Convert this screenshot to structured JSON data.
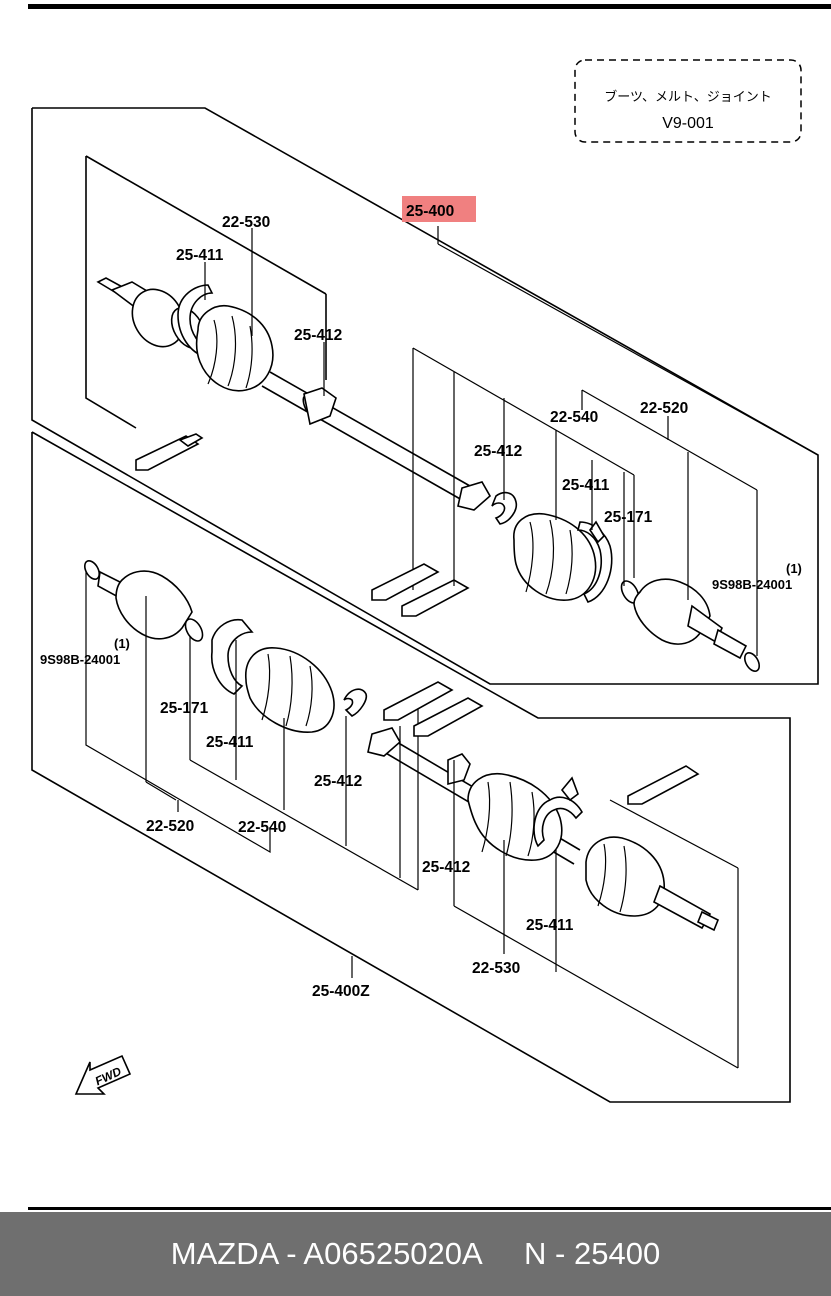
{
  "note_box": {
    "line1": "ブーツ、メルト、ジョイント",
    "line2": "V9-001"
  },
  "assembly_upper": "25-400",
  "assembly_lower": "25-400Z",
  "upper_labels": {
    "l22530": "22-530",
    "l25411a": "25-411",
    "l25412a": "25-412",
    "l22540": "22-540",
    "l22520": "22-520",
    "l25412b": "25-412",
    "l25411b": "25-411",
    "l25171": "25-171",
    "ref_qty": "(1)",
    "ref_part": "9S98B-24001"
  },
  "lower_labels": {
    "ref_qty": "(1)",
    "ref_part": "9S98B-24001",
    "l25171": "25-171",
    "l25411a": "25-411",
    "l25412a": "25-412",
    "l22520": "22-520",
    "l22540": "22-540",
    "l25412b": "25-412",
    "l25411b": "25-411",
    "l22530": "22-530"
  },
  "fwd_label": "FWD",
  "footer": {
    "brand": "MAZDA",
    "part_number": "A06525020A",
    "ref": "N - 25400",
    "text": "MAZDA - A06525020A     N - 25400"
  },
  "colors": {
    "highlight": "#f08080",
    "footer_bg": "#6f6f6f"
  }
}
